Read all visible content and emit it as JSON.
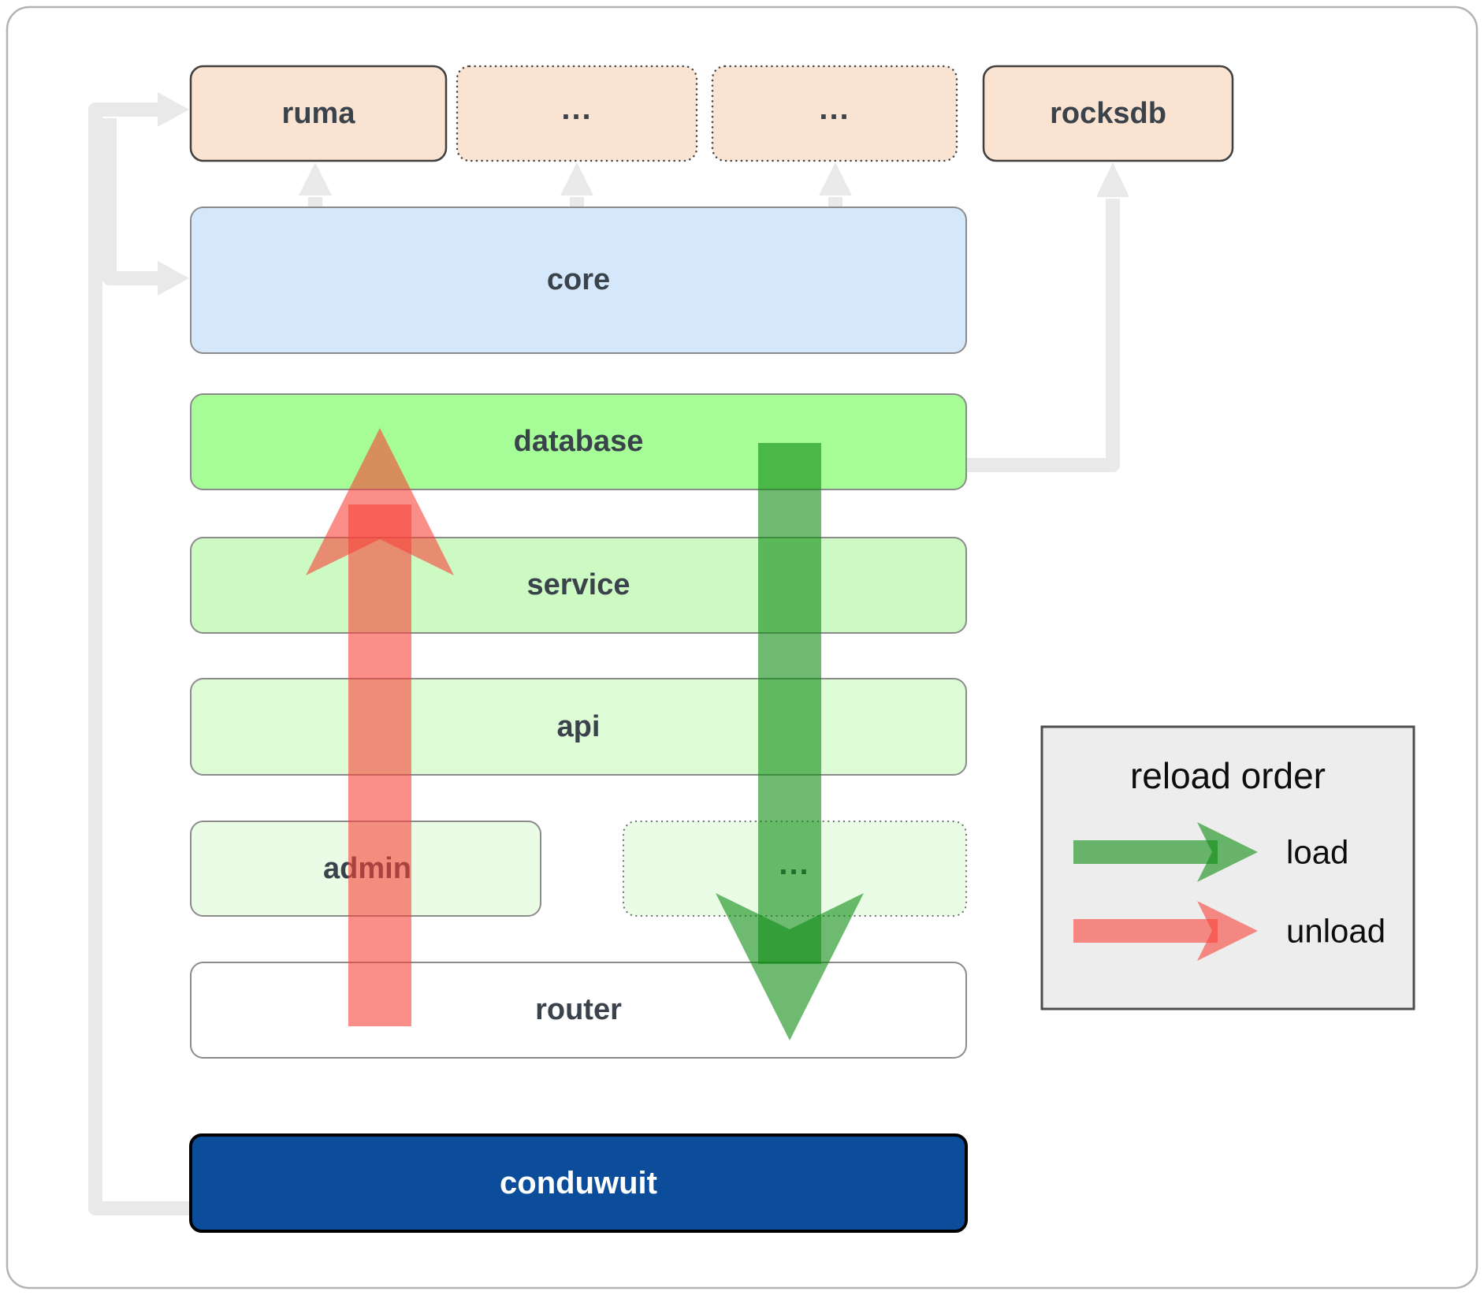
{
  "nodes": {
    "ruma": "ruma",
    "crates_more_1": "...",
    "crates_more_2": "...",
    "rocksdb": "rocksdb",
    "core": "core",
    "database": "database",
    "service": "service",
    "api": "api",
    "admin": "admin",
    "services_more": "...",
    "router": "router",
    "conduwuit": "conduwuit"
  },
  "legend": {
    "title": "reload order",
    "load_label": "load",
    "unload_label": "unload"
  },
  "colors": {
    "peach": "#fbe3d1",
    "blue": "#d5e8fb",
    "green_bright": "#a6fc97",
    "green_light": "#cdf9c3",
    "green_lighter": "#ddfbd5",
    "green_faint": "#eafce5",
    "white": "#ffffff",
    "navy": "#0b4d9b",
    "load_arrow": "#0e8c13",
    "unload_arrow": "#f84339",
    "connector": "#e9e9e9",
    "legend_bg": "#ededed",
    "frame_border": "#b3b3b3"
  }
}
